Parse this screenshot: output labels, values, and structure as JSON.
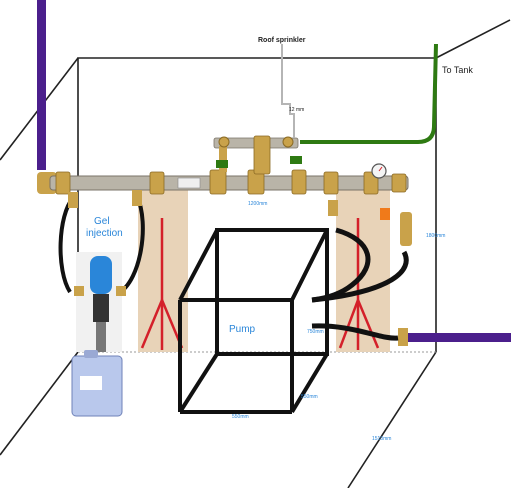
{
  "labels": {
    "roof_sprinkler": "Roof sprinkler",
    "to_tank": "To Tank",
    "gel_injection_line1": "Gel",
    "gel_injection_line2": "injection",
    "pump": "Pump",
    "pipe_size": "12 mm"
  },
  "dimensions": {
    "manifold_length": "1200mm",
    "side_height": "1800mm",
    "pump_height": "750mm",
    "pump_width": "550mm",
    "pump_depth": "550mm",
    "floor_depth": "1510mm"
  },
  "colors": {
    "supply_pipe": "#4b1f8c",
    "tank_pipe": "#2e7a12",
    "hose": "#111111",
    "brass": "#c9a24a",
    "stand": "#d4202a",
    "board": "#e8d3b8",
    "dimension_text": "#2a86d9"
  }
}
